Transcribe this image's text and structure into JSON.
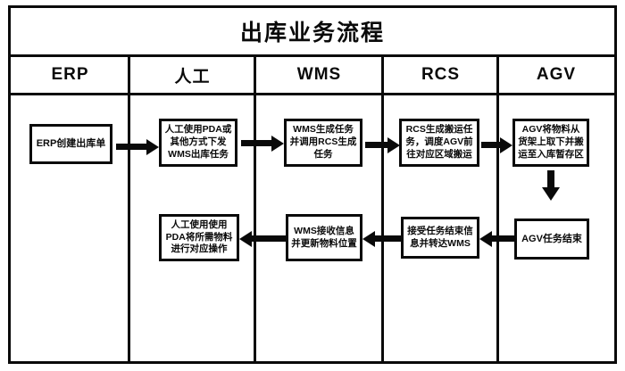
{
  "diagram": {
    "title": "出库业务流程",
    "lanes": [
      {
        "label": "ERP"
      },
      {
        "label": "人工"
      },
      {
        "label": "WMS"
      },
      {
        "label": "RCS"
      },
      {
        "label": "AGV"
      }
    ],
    "nodes": [
      {
        "id": "n1",
        "lane": "ERP",
        "row": 1,
        "text": "ERP创建出库单"
      },
      {
        "id": "n2",
        "lane": "人工",
        "row": 1,
        "text": "人工使用PDA或其他方式下发WMS出库任务"
      },
      {
        "id": "n3",
        "lane": "WMS",
        "row": 1,
        "text": "WMS生成任务并调用RCS生成任务"
      },
      {
        "id": "n4",
        "lane": "RCS",
        "row": 1,
        "text": "RCS生成搬运任务，调度AGV前往对应区域搬运"
      },
      {
        "id": "n5",
        "lane": "AGV",
        "row": 1,
        "text": "AGV将物料从货架上取下并搬运至入库暂存区"
      },
      {
        "id": "n6",
        "lane": "AGV",
        "row": 2,
        "text": "AGV任务结束"
      },
      {
        "id": "n7",
        "lane": "RCS",
        "row": 2,
        "text": "接受任务结束信息并转达WMS"
      },
      {
        "id": "n8",
        "lane": "WMS",
        "row": 2,
        "text": "WMS接收信息并更新物料位置"
      },
      {
        "id": "n9",
        "lane": "人工",
        "row": 2,
        "text": "人工使用使用PDA将所需物料进行对应操作"
      }
    ],
    "edges": [
      {
        "from": "n1",
        "to": "n2",
        "direction": "right"
      },
      {
        "from": "n2",
        "to": "n3",
        "direction": "right"
      },
      {
        "from": "n3",
        "to": "n4",
        "direction": "right"
      },
      {
        "from": "n4",
        "to": "n5",
        "direction": "right"
      },
      {
        "from": "n5",
        "to": "n6",
        "direction": "down"
      },
      {
        "from": "n6",
        "to": "n7",
        "direction": "left"
      },
      {
        "from": "n7",
        "to": "n8",
        "direction": "left"
      },
      {
        "from": "n8",
        "to": "n9",
        "direction": "left"
      }
    ],
    "colors": {
      "stroke": "#0a0a0a",
      "background": "#ffffff",
      "text": "#0a0a0a"
    }
  }
}
